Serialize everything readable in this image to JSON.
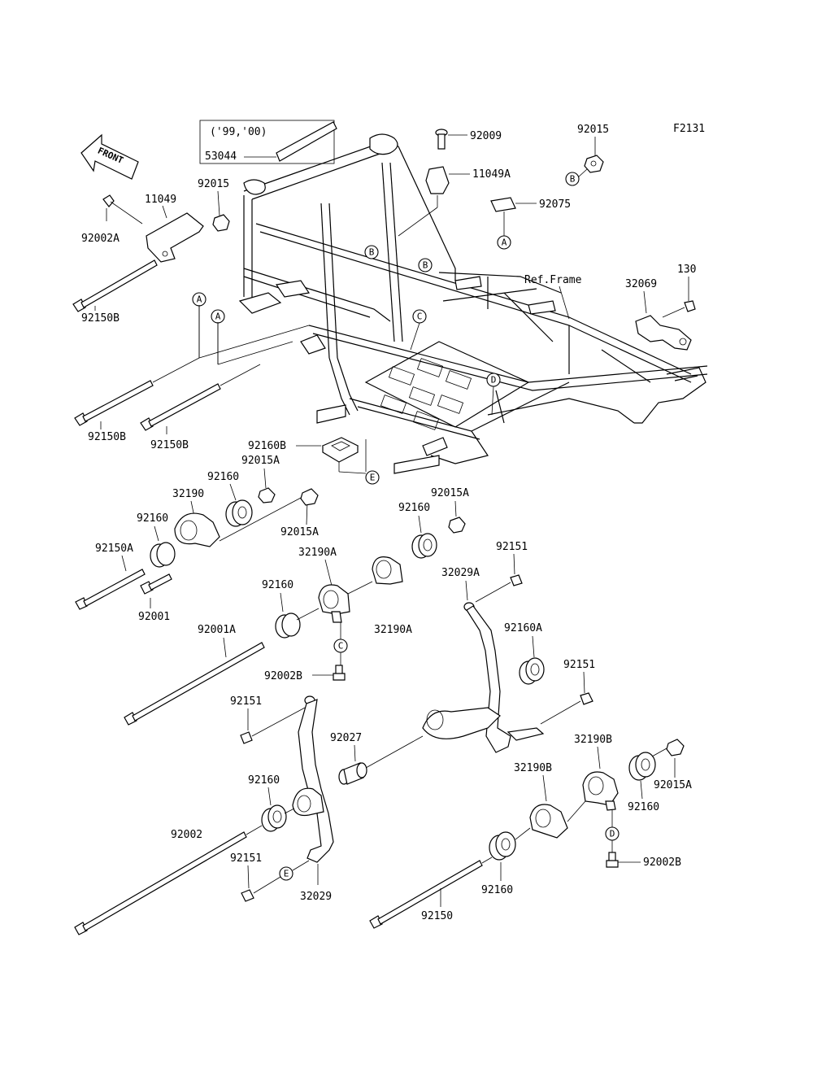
{
  "figure_code": "F2131",
  "front_label": "FRONT",
  "year_note": "('99,'00)",
  "ref_frame": "Ref.Frame",
  "parts": {
    "p53044": "53044",
    "p92009": "92009",
    "p11049A": "11049A",
    "p92015_top": "92015",
    "p92075": "92075",
    "p11049": "11049",
    "p92015_left": "92015",
    "p92002A": "92002A",
    "p92150B_1": "92150B",
    "p92150B_2": "92150B",
    "p92150B_3": "92150B",
    "p32069": "32069",
    "p130": "130",
    "p92160B": "92160B",
    "p92015A_1": "92015A",
    "p92160_1": "92160",
    "p32190": "32190",
    "p92160_2": "92160",
    "p92015A_2": "92015A",
    "p92150A": "92150A",
    "p92001": "92001",
    "p92015A_3": "92015A",
    "p92160_3": "92160",
    "p32190A_1": "32190A",
    "p92160_4": "92160",
    "p32190A_2": "32190A",
    "p92001A": "92001A",
    "p92002B_1": "92002B",
    "p92151_1": "92151",
    "p32029A": "32029A",
    "p92160A": "92160A",
    "p92151_2": "92151",
    "p92151_3": "92151",
    "p92027": "92027",
    "p32190B_1": "32190B",
    "p92015A_4": "92015A",
    "p92160_5": "92160",
    "p92002": "92002",
    "p32190B_2": "32190B",
    "p92160_6": "92160",
    "p92002B_2": "92002B",
    "p92151_4": "92151",
    "p32029": "32029",
    "p92160_7": "92160",
    "p92150": "92150"
  },
  "ref_markers": {
    "a1": "A",
    "a2": "A",
    "a3": "A",
    "b1": "B",
    "b2": "B",
    "b3": "B",
    "c1": "C",
    "c2": "C",
    "d1": "D",
    "d2": "D",
    "e1": "E",
    "e2": "E"
  }
}
